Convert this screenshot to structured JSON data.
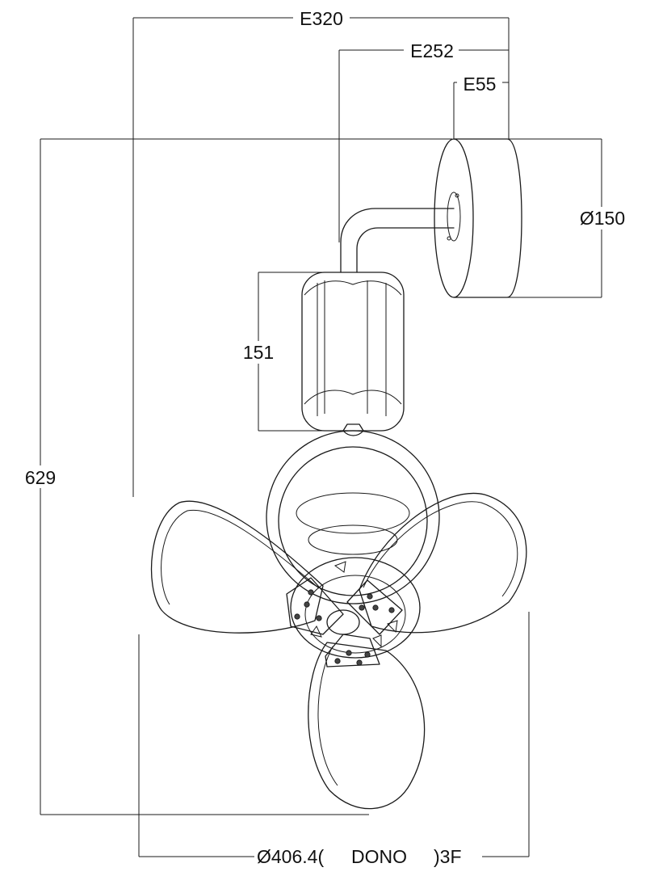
{
  "dimensions": {
    "total_depth": "E320",
    "downrod_offset": "E252",
    "canopy_depth": "E55",
    "canopy_diameter": "Ø150",
    "motor_height": "151",
    "total_height": "629",
    "blade_span": "Ø406.4(",
    "blade_span_mid": "DONO",
    "blade_span_end": ")3F"
  }
}
